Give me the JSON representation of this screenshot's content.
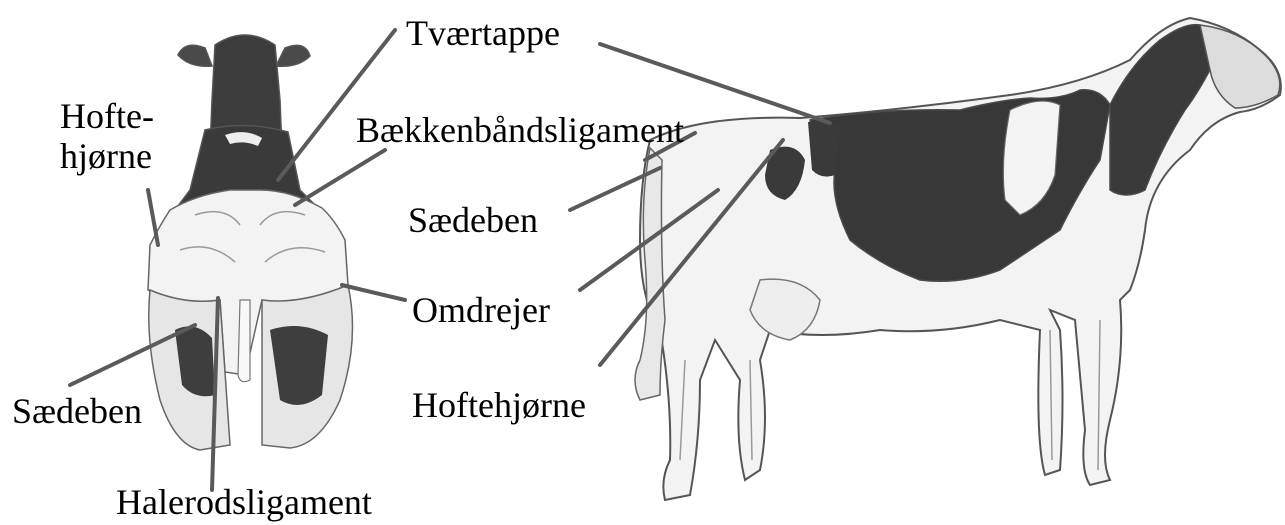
{
  "colors": {
    "leader_line": "#5a5a5a",
    "label_text": "#000000",
    "cow_dark": "#3a3a3a",
    "cow_light": "#f2f2f2",
    "cow_outline": "#555555"
  },
  "rear_view": {
    "labels": {
      "hip_corner_line1": "Hofte-",
      "hip_corner_line2": "hjørne",
      "pin_bone": "Sædeben",
      "tailhead_ligament": "Halerodsligament"
    }
  },
  "side_view": {
    "labels": {
      "transverse_process": "Tværtappe",
      "pelvic_ligament": "Bækkenbåndsligament",
      "pin_bone": "Sædeben",
      "thurl": "Omdrejer",
      "hip_corner": "Hoftehjørne"
    }
  }
}
